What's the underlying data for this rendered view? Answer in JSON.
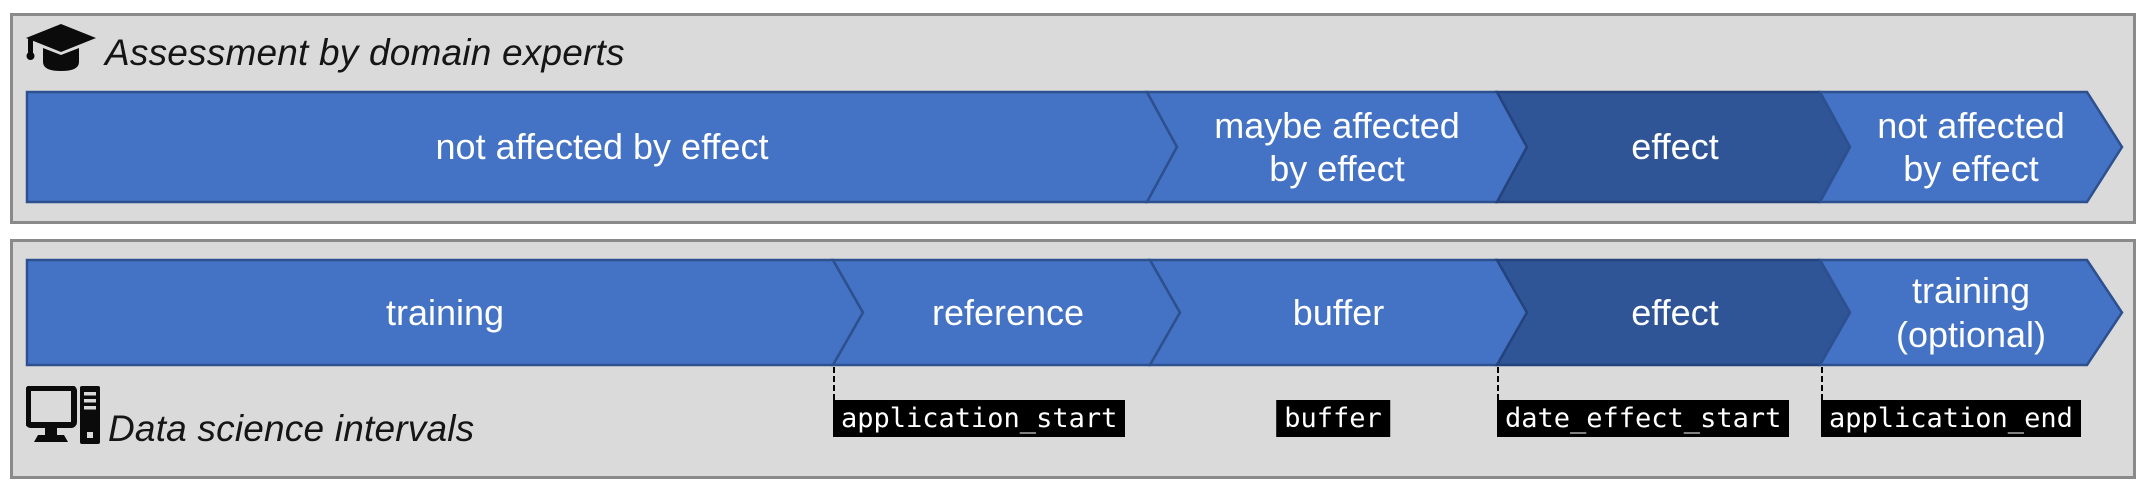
{
  "colors": {
    "segment_light": "#4472c4",
    "segment_dark": "#2f5597",
    "panel_bg": "#dadada",
    "panel_border": "#8a8a8a",
    "marker_bg": "#000000",
    "marker_fg": "#ffffff",
    "bar_text": "#ffffff"
  },
  "expert_panel": {
    "title": "Assessment by domain experts",
    "icon": "graduation-cap-icon",
    "segments": [
      {
        "label": "not affected by effect",
        "tone": "light"
      },
      {
        "label": "maybe affected\nby effect",
        "tone": "light"
      },
      {
        "label": "effect",
        "tone": "dark"
      },
      {
        "label": "not affected\nby effect",
        "tone": "light"
      }
    ]
  },
  "datascience_panel": {
    "title": "Data science intervals",
    "icon": "computer-icon",
    "segments": [
      {
        "label": "training",
        "tone": "light"
      },
      {
        "label": "reference",
        "tone": "light"
      },
      {
        "label": "buffer",
        "tone": "light"
      },
      {
        "label": "effect",
        "tone": "dark"
      },
      {
        "label": "training\n(optional)",
        "tone": "light"
      }
    ],
    "markers": [
      {
        "label": "application_start",
        "dashed": true
      },
      {
        "label": "buffer",
        "dashed": false
      },
      {
        "label": "date_effect_start",
        "dashed": true
      },
      {
        "label": "application_end",
        "dashed": true
      }
    ]
  }
}
